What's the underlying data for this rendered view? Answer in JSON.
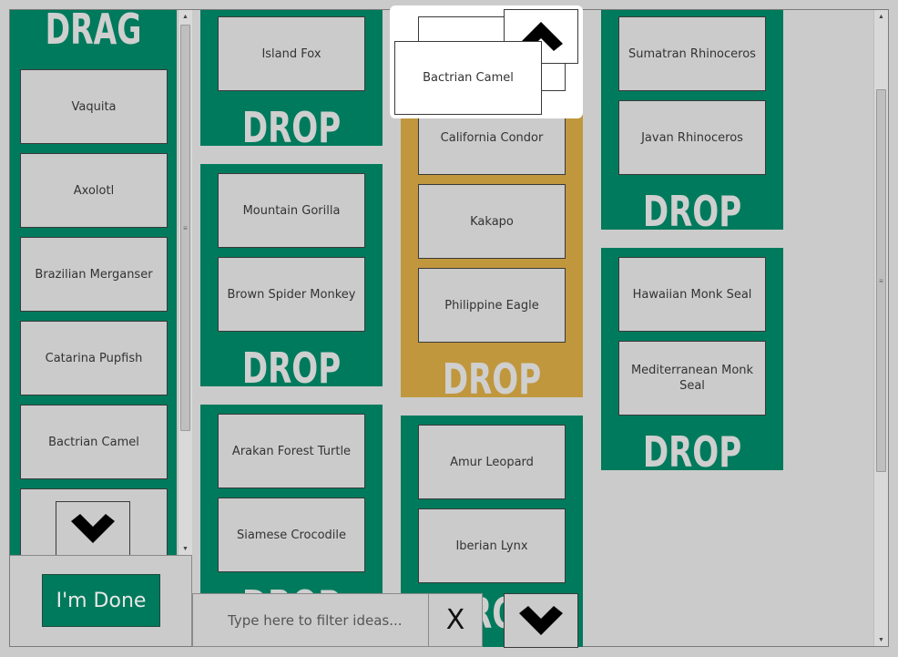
{
  "drag_panel": {
    "title": "DRAG",
    "items": [
      "Vaquita",
      "Axolotl",
      "Brazilian Merganser",
      "Catarina Pupfish",
      "Bactrian Camel"
    ]
  },
  "drop_label": "DROP",
  "columns": {
    "col1": {
      "boxes": [
        {
          "items": [
            "Island Fox"
          ]
        },
        {
          "items": [
            "Mountain Gorilla",
            "Brown Spider Monkey"
          ]
        },
        {
          "items": [
            "Arakan Forest Turtle",
            "Siamese Crocodile"
          ]
        }
      ]
    },
    "col2": {
      "boxes": [
        {
          "items": [
            "California Condor",
            "Kakapo",
            "Philippine Eagle"
          ]
        },
        {
          "items": [
            "Amur Leopard",
            "Iberian Lynx"
          ]
        }
      ]
    },
    "col3": {
      "boxes": [
        {
          "items": [
            "Sumatran Rhinoceros",
            "Javan Rhinoceros"
          ]
        },
        {
          "items": [
            "Hawaiian Monk Seal",
            "Mediterranean Monk Seal"
          ]
        }
      ]
    }
  },
  "dragging": {
    "label": "Bactrian Camel"
  },
  "done_button": "I'm Done",
  "filter": {
    "placeholder": "Type here to filter ideas...",
    "value": ""
  },
  "clear_button": "X",
  "colors": {
    "green": "#007a5c",
    "gold": "#c0973d",
    "gold_highlight": "#f0c04c",
    "card": "#cbcbcb"
  },
  "icons": {
    "scroll_down": "chevron-down-icon",
    "scroll_up": "chevron-up-icon"
  }
}
